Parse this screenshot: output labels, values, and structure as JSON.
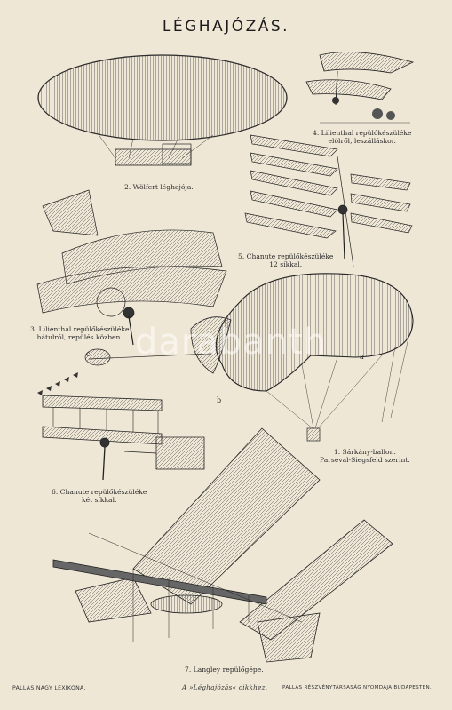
{
  "page": {
    "title": "LÉGHAJÓZÁS."
  },
  "captions": {
    "c1_line1": "1. Sárkány-ballon.",
    "c1_line2": "Parseval-Siegsfeld szerint.",
    "c2": "2. Wölfert léghajója.",
    "c3_line1": "3. Lilienthal repülőkészüléke",
    "c3_line2": "hátulról, repülés közben.",
    "c4_line1": "4. Lilienthal repülőkészüléke",
    "c4_line2": "elölről, leszálláskor.",
    "c5_line1": "5. Chanute repülőkészüléke",
    "c5_line2": "12 síkkal.",
    "c6_line1": "6. Chanute repülőkészüléke",
    "c6_line2": "két síkkal.",
    "c7": "7. Langley repülőgépe."
  },
  "labels": {
    "a": "a",
    "b": "b",
    "c": "c"
  },
  "footer": {
    "left": "PALLAS NAGY LEXIKONA.",
    "center": "A »Léghajózás« cikkhez.",
    "right": "PALLAS RÉSZVÉNYTÁRSASÁG NYOMDÁJA BUDAPESTEN."
  },
  "watermark": {
    "text": "darabanth"
  },
  "colors": {
    "paper": "#efe7d6",
    "ink": "#222222"
  }
}
